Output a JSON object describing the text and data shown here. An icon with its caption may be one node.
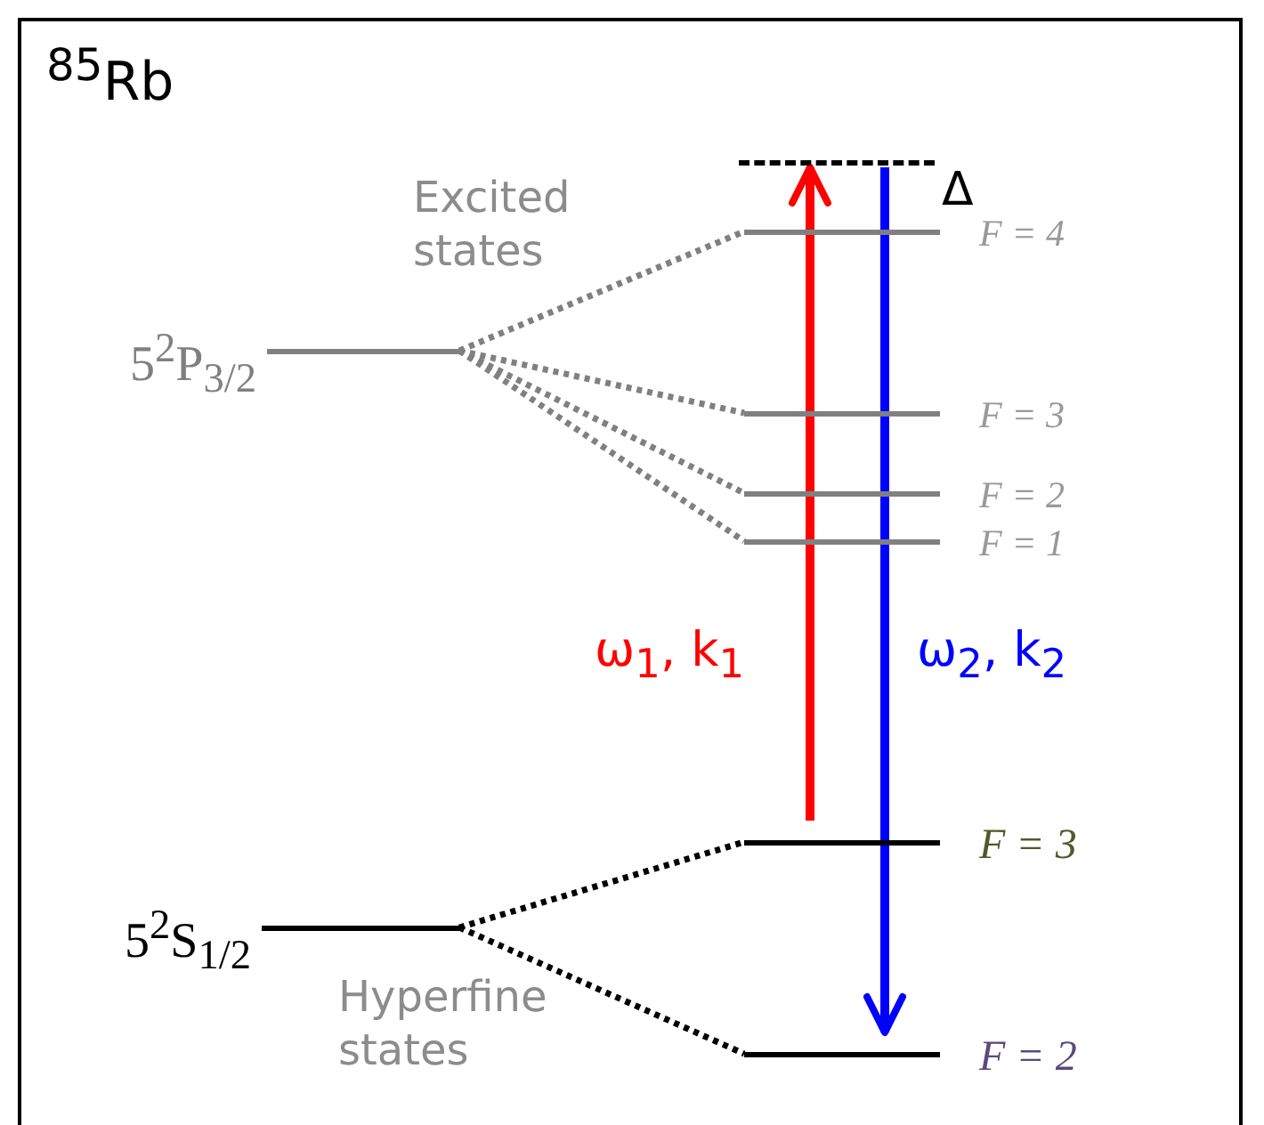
{
  "diagram": {
    "title": "$^{85}$Rb",
    "nodes": [
      {
        "text": [
          "5$^{2}$P$_{3/2}$"
        ]
      },
      {
        "text": [
          "F = 4"
        ]
      },
      {
        "text": [
          "F = 3"
        ]
      },
      {
        "text": [
          "F = 2"
        ]
      },
      {
        "text": [
          "F = 1"
        ]
      },
      {
        "text": [
          "5$^{2}$S$_{1/2}$"
        ]
      },
      {
        "text": [
          "F = 3"
        ]
      },
      {
        "text": [
          "F = 2"
        ]
      },
      {
        "text": [],
        "shape": "bar",
        "beside": [
          "Δ"
        ]
      }
    ],
    "edges": [
      {
        "from": 0,
        "to": 1,
        "arrow": "none",
        "style": "dashed"
      },
      {
        "from": 0,
        "to": 2,
        "arrow": "none",
        "style": "dashed"
      },
      {
        "from": 0,
        "to": 3,
        "arrow": "none",
        "style": "dashed"
      },
      {
        "from": 0,
        "to": 4,
        "arrow": "none",
        "style": "dashed"
      },
      {
        "from": 5,
        "to": 6,
        "arrow": "none",
        "style": "dashed",
        "color": "#000000"
      },
      {
        "from": 5,
        "to": 7,
        "arrow": "none",
        "style": "dashed",
        "color": "#000000"
      },
      {
        "from": 6,
        "to": 8,
        "arrow": "to",
        "color": "#ff0000",
        "label": "ω$_{1}$, k$_{1}$"
      },
      {
        "from": 8,
        "to": 7,
        "arrow": "to",
        "color": "#0000ff",
        "label": "ω$_{2}$, k$_{2}$"
      }
    ],
    "labels": [
      "Excited states",
      "Hyperfine states"
    ]
  }
}
